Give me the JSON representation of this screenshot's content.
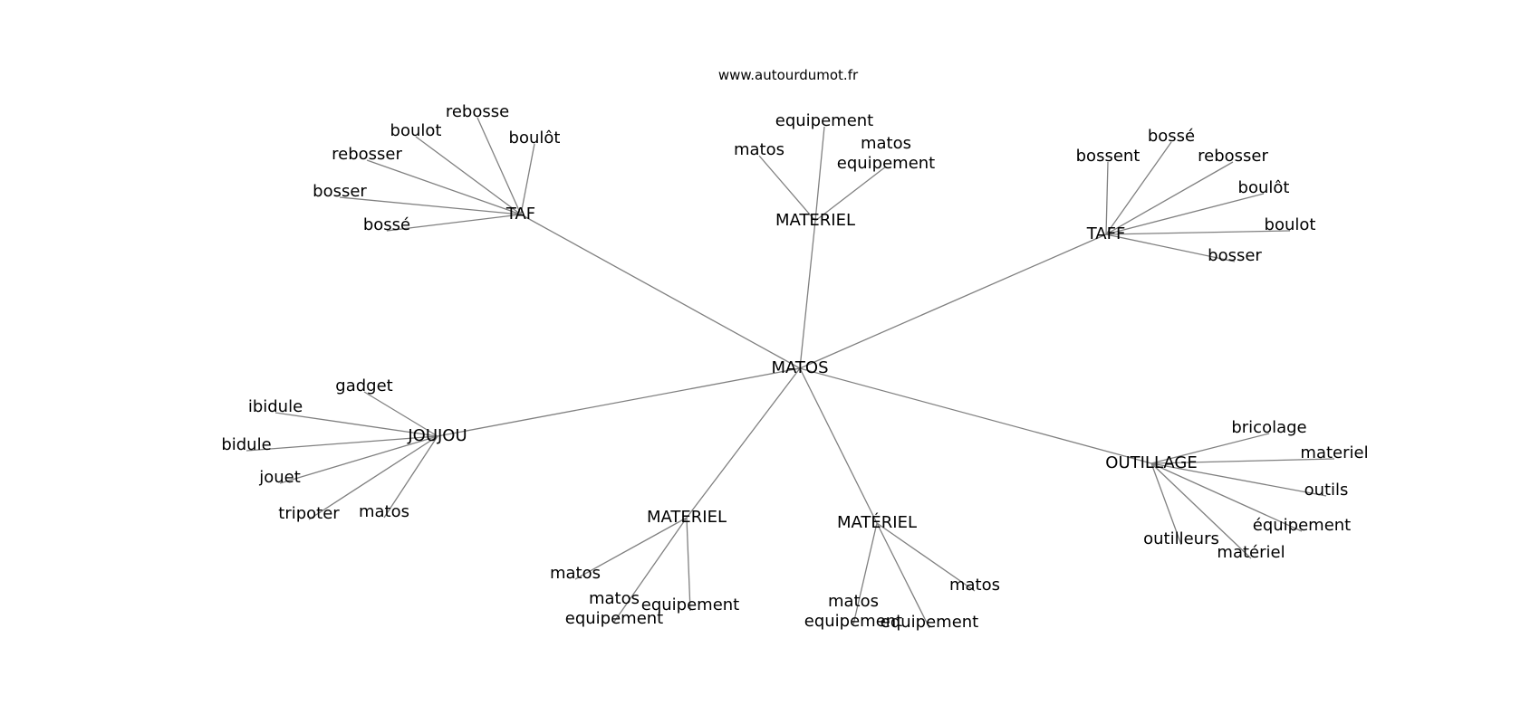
{
  "site": "www.autourdumot.fr",
  "graph": {
    "root": "MATOS",
    "clusters": [
      {
        "label": "TAF",
        "leaves": [
          "rebosse",
          "boulot",
          "boulôt",
          "rebosser",
          "bosser",
          "bossé"
        ]
      },
      {
        "label": "MATERIEL",
        "leaves": [
          "equipement",
          "matos",
          "matos\nequipement"
        ]
      },
      {
        "label": "TAFF",
        "leaves": [
          "bossé",
          "bossent",
          "rebosser",
          "boulôt",
          "boulot",
          "bosser"
        ]
      },
      {
        "label": "JOUJOU",
        "leaves": [
          "gadget",
          "ibidule",
          "bidule",
          "jouet",
          "tripoter",
          "matos"
        ]
      },
      {
        "label": "OUTILLAGE",
        "leaves": [
          "bricolage",
          "materiel",
          "outils",
          "équipement",
          "outilleurs",
          "matériel"
        ]
      },
      {
        "label": "MATERIEL",
        "leaves": [
          "matos",
          "matos\nequipement",
          "equipement"
        ]
      },
      {
        "label": "MATÉRIEL",
        "leaves": [
          "matos\nequipement",
          "equipement",
          "matos"
        ]
      }
    ]
  }
}
